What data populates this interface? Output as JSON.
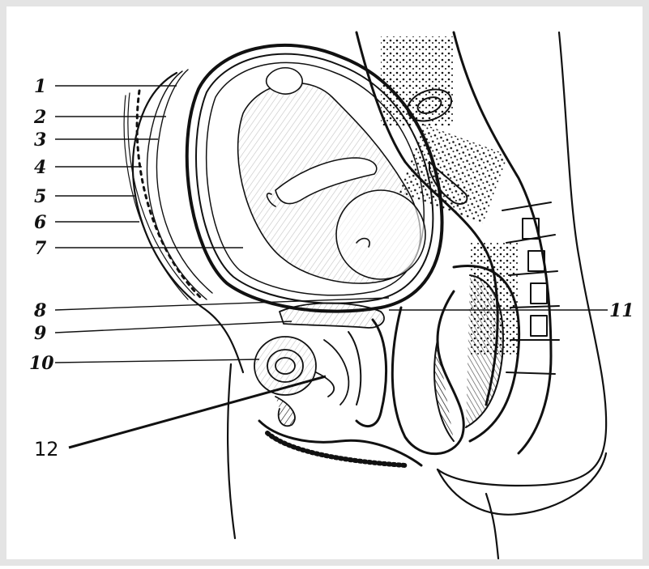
{
  "labels": {
    "l1": "1",
    "l2": "2",
    "l3": "3",
    "l4": "4",
    "l5": "5",
    "l6": "6",
    "l7": "7",
    "l8": "8",
    "l9": "9",
    "l10": "10",
    "l11": "11",
    "l12": "12"
  },
  "colors": {
    "ink": "#111111",
    "paper": "#ffffff",
    "frame": "#e4e4e4"
  }
}
